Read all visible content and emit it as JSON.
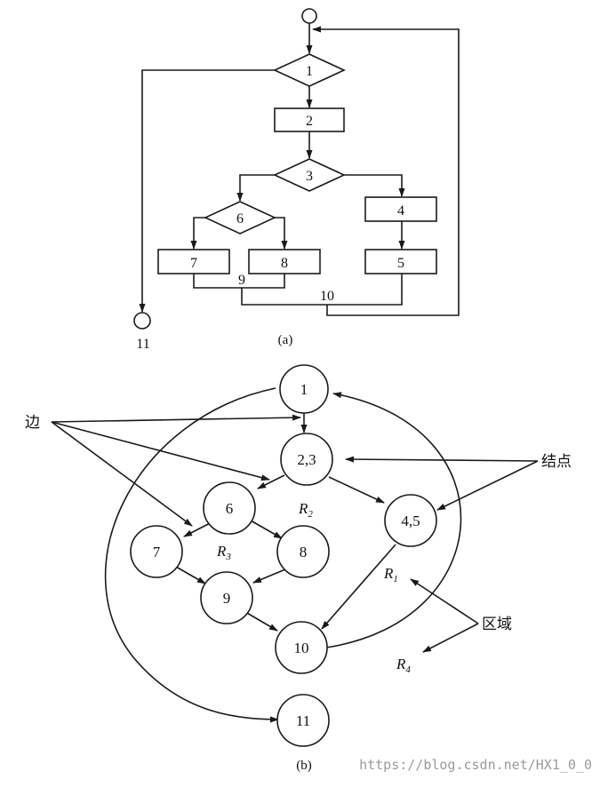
{
  "flowchart": {
    "nodes": {
      "n1": "1",
      "n2": "2",
      "n3": "3",
      "n4": "4",
      "n5": "5",
      "n6": "6",
      "n7": "7",
      "n8": "8",
      "n9": "9",
      "n10": "10",
      "n11": "11"
    },
    "caption": "(a)"
  },
  "flowgraph": {
    "nodes": {
      "n1": "1",
      "n23": "2,3",
      "n45": "4,5",
      "n6": "6",
      "n7": "7",
      "n8": "8",
      "n9": "9",
      "n10": "10",
      "n11": "11"
    },
    "regions": {
      "r1": "R",
      "r1_sub": "1",
      "r2": "R",
      "r2_sub": "2",
      "r3": "R",
      "r3_sub": "3",
      "r4": "R",
      "r4_sub": "4"
    },
    "labels": {
      "edge": "边",
      "node": "结点",
      "region": "区域"
    },
    "caption": "(b)"
  },
  "watermark": "https://blog.csdn.net/HX1_0_0"
}
